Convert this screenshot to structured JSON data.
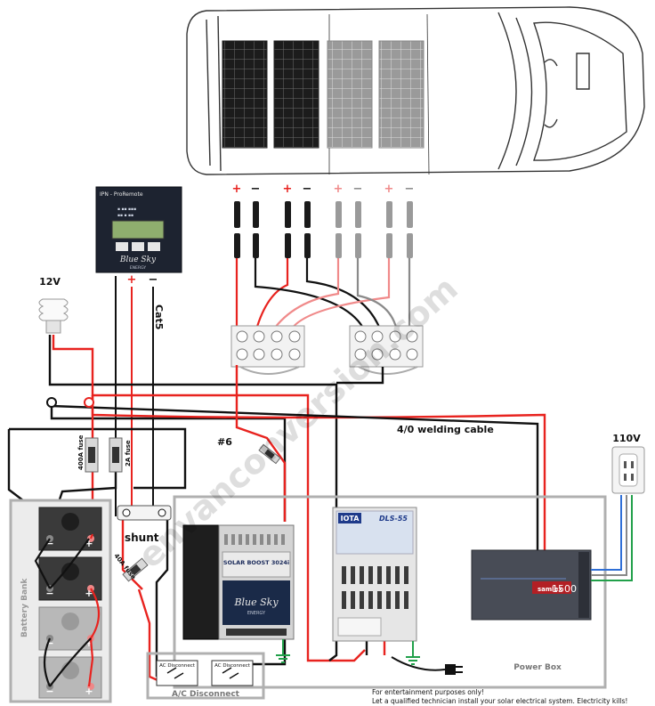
{
  "labels": {
    "bulb": "12V",
    "outlet": "110V",
    "cat5": "Cat5",
    "gauge6": "#6",
    "welding": "4/0 welding cable",
    "fuse400": "400A fuse",
    "fuse2": "2A fuse",
    "fuse40": "40A fuse",
    "shunt": "shunt",
    "battery_bank": "Battery Bank",
    "ac_disconnect_group": "A/C Disconnect",
    "ac_disconnect_1": "AC Disconnect",
    "ac_disconnect_2": "AC Disconnect",
    "power_box": "Power Box",
    "disclaimer_1": "For entertainment purposes only!",
    "disclaimer_2": "Let a qualified technician install your solar electrical system. Electricity kills!",
    "watermark": "envanconversion.com"
  },
  "solar_polarity": [
    "+",
    "−",
    "+",
    "−",
    "+",
    "−",
    "+",
    "−"
  ],
  "battery_polarity": [
    "−",
    "+"
  ],
  "monitor": {
    "brand": "IPN - ProRemote",
    "logo": "Blue Sky",
    "logo_sub": "ENERGY"
  },
  "charge_controller": {
    "model": "SOLAR BOOST 3024i",
    "logo": "Blue Sky",
    "logo_sub": "ENERGY"
  },
  "converter": {
    "brand": "IOTA",
    "model": "DLS-55"
  },
  "inverter": {
    "brand": "samlex",
    "model": "1500"
  },
  "colors": {
    "positive": "#e8231f",
    "negative": "#111111",
    "positive_light": "#f08a8a",
    "negative_light": "#8a8a8a",
    "box_gray": "#b0b0b0",
    "ground": "#21a04a",
    "ac_blue": "#2f6fd6"
  }
}
